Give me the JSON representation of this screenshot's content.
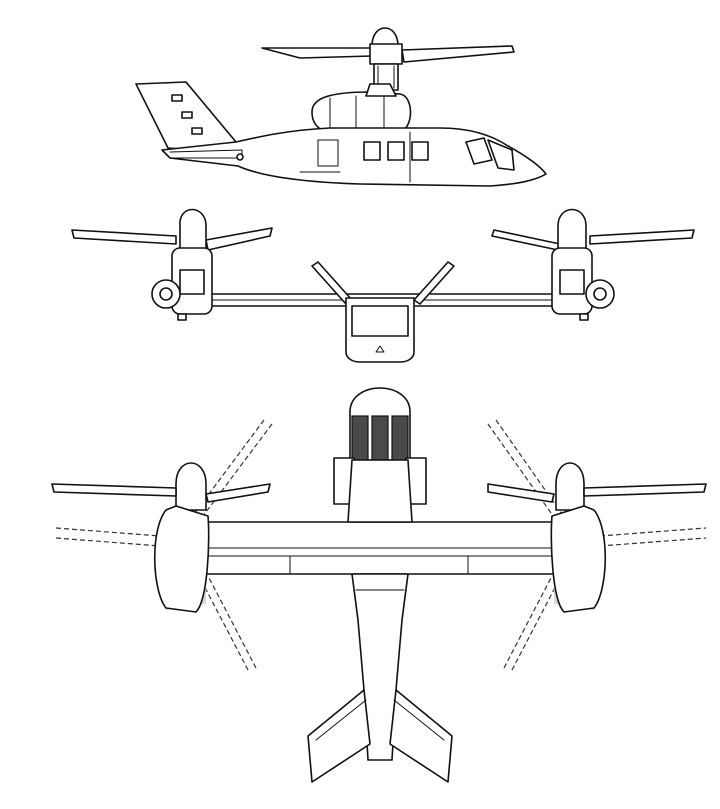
{
  "drawing": {
    "subject": "tiltrotor-aircraft-three-view",
    "line_color": "#111111",
    "background_color": "#ffffff",
    "cockpit_fill_color": "#4a4a4a",
    "nacelle_shade_color": "#d9d9d9",
    "views": [
      {
        "key": "side",
        "icon": "side-view-silhouette"
      },
      {
        "key": "front",
        "icon": "front-view-silhouette"
      },
      {
        "key": "top",
        "icon": "top-view-silhouette"
      }
    ]
  }
}
